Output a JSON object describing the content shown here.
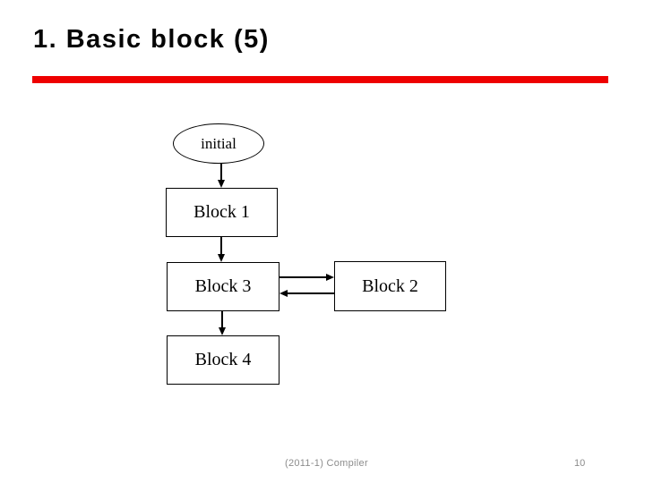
{
  "slide": {
    "title": "1. Basic block (5)",
    "footer": "(2011-1) Compiler",
    "page_number": "10",
    "colors": {
      "accent_rule": "#ee0000",
      "title_text": "#050505",
      "footer_text": "#8c8c8c",
      "diagram_stroke": "#000000",
      "background": "#ffffff"
    }
  },
  "diagram": {
    "nodes": [
      {
        "id": "initial",
        "shape": "ellipse",
        "label": "initial"
      },
      {
        "id": "block1",
        "shape": "rect",
        "label": "Block 1"
      },
      {
        "id": "block3",
        "shape": "rect",
        "label": "Block 3"
      },
      {
        "id": "block2",
        "shape": "rect",
        "label": "Block 2"
      },
      {
        "id": "block4",
        "shape": "rect",
        "label": "Block 4"
      }
    ],
    "edges": [
      {
        "from": "initial",
        "to": "block1",
        "direction": "down"
      },
      {
        "from": "block1",
        "to": "block3",
        "direction": "down"
      },
      {
        "from": "block3",
        "to": "block2",
        "direction": "right"
      },
      {
        "from": "block2",
        "to": "block3",
        "direction": "left"
      },
      {
        "from": "block3",
        "to": "block4",
        "direction": "down"
      }
    ]
  }
}
